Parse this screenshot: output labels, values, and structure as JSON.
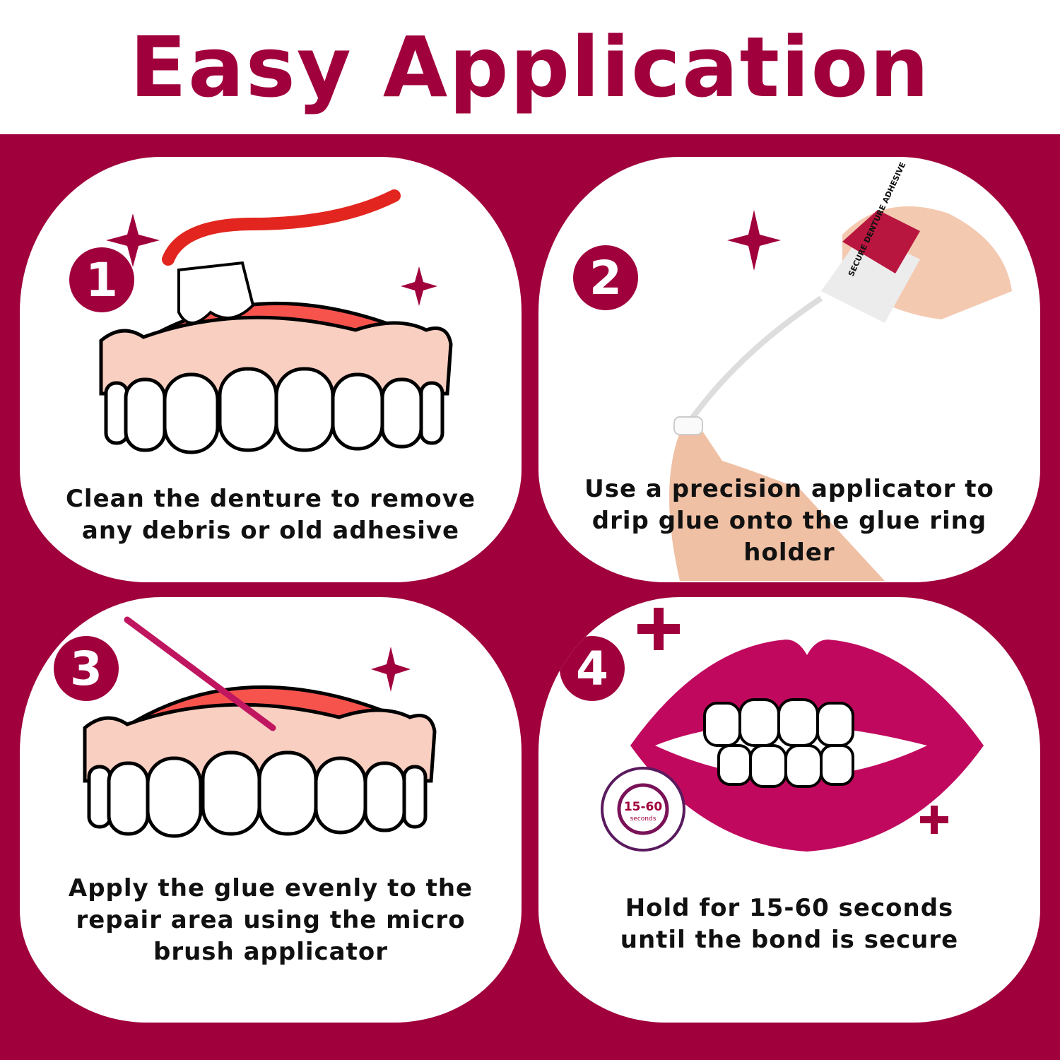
{
  "title": "Easy Application",
  "colors": {
    "brand": "#a0003c",
    "gum": "#f6534d",
    "lips": "#c0095e"
  },
  "steps": [
    {
      "number": "1",
      "caption": "Clean the denture to remove any debris or old adhesive",
      "icons": [
        "toothbrush-icon",
        "denture-icon",
        "sparkle-icon"
      ]
    },
    {
      "number": "2",
      "caption": "Use a precision applicator to drip glue onto the glue ring holder",
      "bottle_label": "SECURE DENTURE ADHESIVE",
      "icons": [
        "glue-bottle-icon",
        "hand-icon",
        "sparkle-icon"
      ]
    },
    {
      "number": "3",
      "caption": "Apply the glue evenly to the repair area using the micro brush applicator",
      "icons": [
        "micro-brush-icon",
        "denture-icon",
        "sparkle-icon"
      ]
    },
    {
      "number": "4",
      "caption": "Hold for 15-60 seconds until the bond is secure",
      "timer": {
        "value": "15-60",
        "unit": "seconds"
      },
      "icons": [
        "lips-icon",
        "timer-icon",
        "plus-icon"
      ]
    }
  ]
}
